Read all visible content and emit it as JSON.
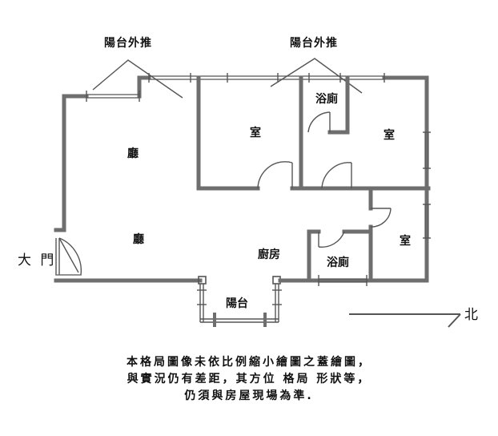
{
  "labels": {
    "balcony_push_left": "陽台外推",
    "balcony_push_right": "陽台外推",
    "main_door": "大 門",
    "north": "北"
  },
  "rooms": {
    "living_upper": "廳",
    "living_lower": "廳",
    "room_1": "室",
    "room_2": "室",
    "room_3": "室",
    "bath_top": "浴廁",
    "bath_bottom": "浴廁",
    "kitchen": "廚房",
    "balcony": "陽台"
  },
  "disclaimer": {
    "line1": "本格局圖像未依比例縮小繪圖之蓋繪圖，",
    "line2": "與實況仍有差距，其方位 格局 形狀等，",
    "line3": "仍須與房屋現場為準."
  }
}
